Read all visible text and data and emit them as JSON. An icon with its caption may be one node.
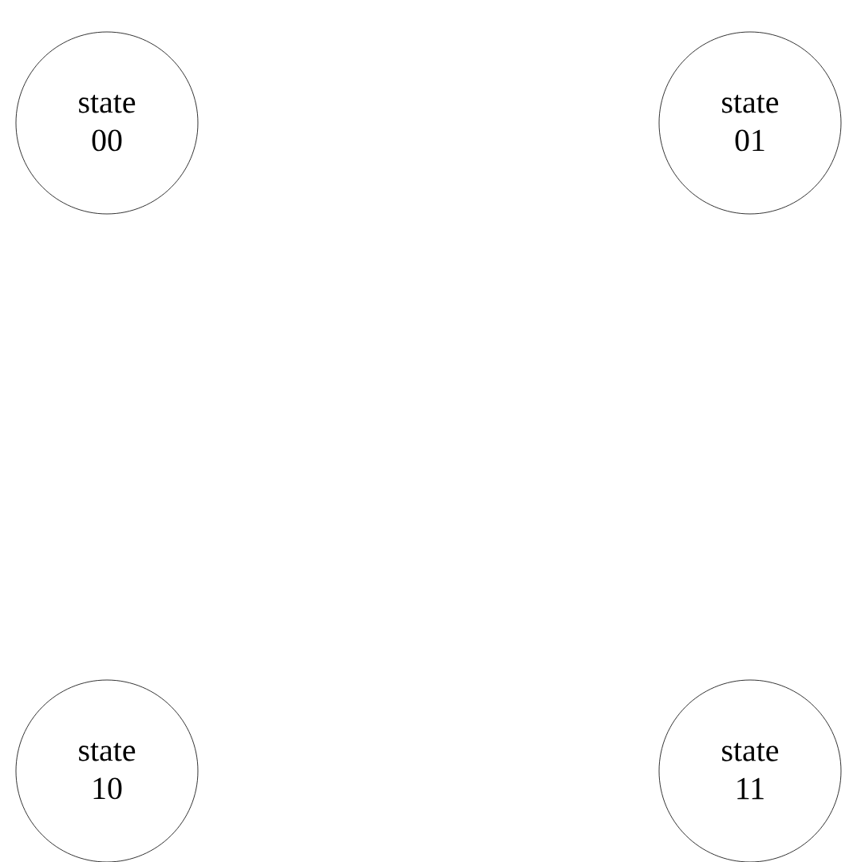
{
  "diagram": {
    "nodes": [
      {
        "text": [
          "state 00"
        ]
      },
      {
        "text": [
          "state 01"
        ]
      },
      {
        "text": [
          "state 10"
        ]
      },
      {
        "text": [
          "state 11"
        ]
      }
    ]
  }
}
